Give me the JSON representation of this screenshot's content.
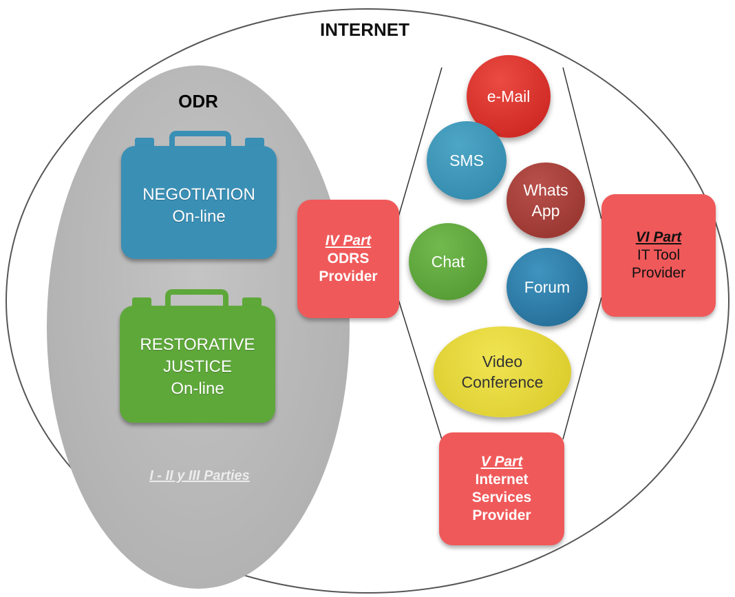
{
  "internet": {
    "title": "INTERNET"
  },
  "odr": {
    "title": "ODR",
    "negotiation": {
      "line1": "NEGOTIATION",
      "line2": "On-line",
      "color": "#3a8fb5"
    },
    "restorative": {
      "line1": "RESTORATIVE",
      "line2": "JUSTICE",
      "line3": "On-line",
      "color": "#5ea83a"
    },
    "parties": "I - II y III Parties"
  },
  "channels": {
    "email": {
      "label": "e-Mail",
      "color": "#d42b25"
    },
    "sms": {
      "label": "SMS",
      "color": "#3b92b4"
    },
    "whatsapp": {
      "line1": "Whats",
      "line2": "App",
      "color": "#a23a35"
    },
    "chat": {
      "label": "Chat",
      "color": "#5ea83a"
    },
    "forum": {
      "label": "Forum",
      "color": "#2f7ea8"
    },
    "video": {
      "line1": "Video",
      "line2": "Conference",
      "color": "#e6d63a"
    }
  },
  "providers": {
    "odrs": {
      "part": "IV Part",
      "line1": "ODRS",
      "line2": "Provider"
    },
    "isp": {
      "part": "V Part",
      "line1": "Internet",
      "line2": "Services",
      "line3": "Provider"
    },
    "it_tool": {
      "part": "VI Part",
      "line1": "IT Tool",
      "line2": "Provider"
    },
    "color": "#f0595a"
  }
}
